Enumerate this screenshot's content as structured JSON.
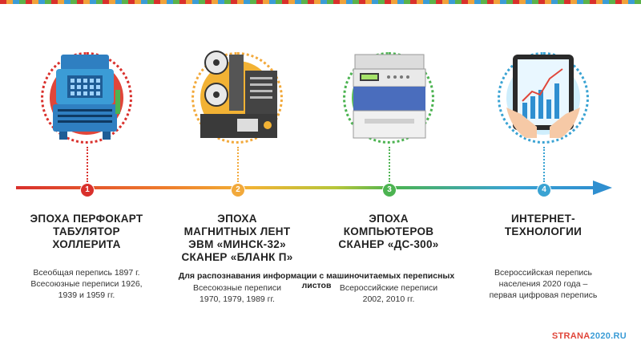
{
  "eras": [
    {
      "num": "1",
      "title": "ЭПОХА ПЕРФОКАРТ\nТАБУЛЯТОР\nХОЛЛЕРИТА",
      "desc": "Всеобщая перепись 1897 г.\nВсесоюзные переписи 1926,\n1939 и 1959 гг.",
      "color": "#d9302c"
    },
    {
      "num": "2",
      "title": "ЭПОХА\nМАГНИТНЫХ ЛЕНТ\nЭВМ «МИНСК-32»\nСКАНЕР «БЛАНК П»",
      "desc": "Всесоюзные переписи\n1970, 1979, 1989 гг.",
      "color": "#f2a93b"
    },
    {
      "num": "3",
      "title": "ЭПОХА\nКОМПЬЮТЕРОВ\nСКАНЕР «ДС-300»",
      "desc": "Всероссийские переписи\n2002, 2010 гг.",
      "color": "#4cb351"
    },
    {
      "num": "4",
      "title": "ИНТЕРНЕТ-\nТЕХНОЛОГИИ",
      "desc": "Всероссийская перепись\nнаселения 2020 года –\nпервая цифровая перепись",
      "color": "#3aa3d3"
    }
  ],
  "shared_caption": "Для распознавания информации с машиночитаемых переписных листов",
  "brand": {
    "part1": "STRANA",
    "part2": "2020.RU"
  },
  "icons": [
    "tabulator-machine-icon",
    "tape-computer-icon",
    "printer-scanner-icon",
    "tablet-chart-icon"
  ]
}
